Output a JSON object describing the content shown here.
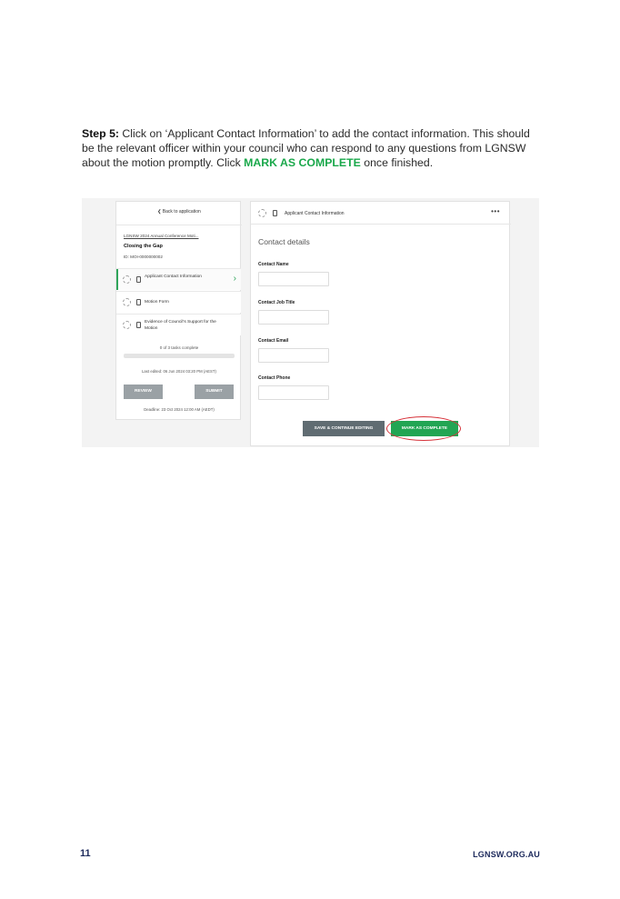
{
  "instruction": {
    "step_label": "Step 5:",
    "part1": " Click on ‘Applicant Contact Information’ to add the contact information. This should be the relevant officer within your council who can respond to any questions from LGNSW about the motion promptly. Click ",
    "highlight": "MARK AS COMPLETE",
    "part2": " once finished.",
    "highlight_color": "#1aa84b"
  },
  "left_panel": {
    "back_link": "❮ Back to application",
    "application_name": "LGNSW 2024 Annual Conference Moti...",
    "application_title": "Closing the Gap",
    "application_id": "ID: MOI-0000000002",
    "tasks": [
      {
        "label": "Applicant Contact Information",
        "active": true
      },
      {
        "label": "Motion Form",
        "active": false
      },
      {
        "label": "Evidence of Council's Support for the Motion",
        "active": false
      }
    ],
    "progress_text": "0 of 3 tasks complete",
    "last_edited": "Last edited: 06 Jun 2024 03:20 PM (AEST)",
    "review_label": "REVIEW",
    "submit_label": "SUBMIT",
    "deadline": "Deadline: 23 Oct 2024 12:00 AM (AEDT)",
    "accent_color": "#2fa45a"
  },
  "right_panel": {
    "header_title": "Applicant Contact Information",
    "more_label": "•••",
    "section_title": "Contact details",
    "fields": [
      {
        "label": "Contact Name",
        "value": ""
      },
      {
        "label": "Contact Job Title",
        "value": ""
      },
      {
        "label": "Contact Email",
        "value": ""
      },
      {
        "label": "Contact Phone",
        "value": ""
      }
    ],
    "save_label": "SAVE & CONTINUE EDITING",
    "complete_label": "MARK AS COMPLETE",
    "complete_color": "#22a553",
    "ring_color": "#d6333a"
  },
  "footer": {
    "page_number": "11",
    "site": "LGNSW.ORG.AU"
  }
}
